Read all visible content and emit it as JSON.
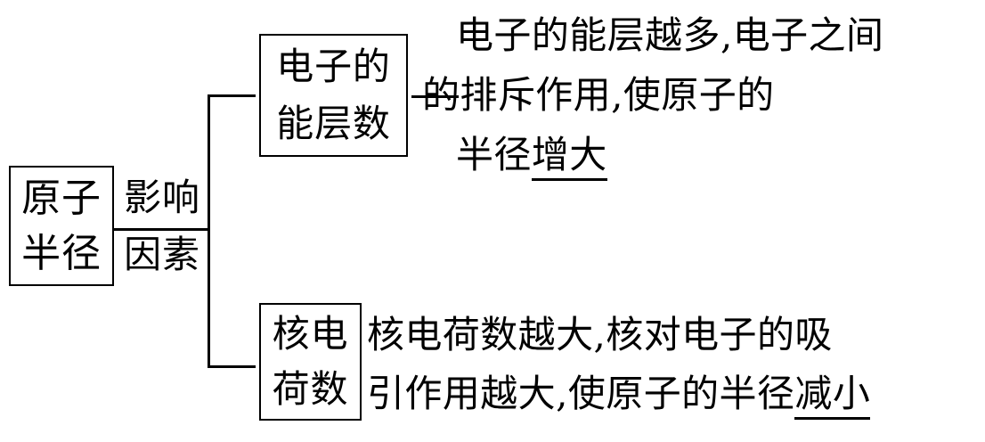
{
  "diagram": {
    "title": "原子半径影响因素",
    "root": {
      "line1": "原子",
      "line2": "半径"
    },
    "edge_label": {
      "line1": "影响",
      "line2": "因素"
    },
    "branches": [
      {
        "node": {
          "line1": "电子的",
          "line2": "能层数"
        },
        "description": {
          "line1": "电子的能层越多,电子之间",
          "line2": "的排斥作用,使原子的",
          "line3_plain": "半径",
          "line3_underlined": "增大"
        }
      },
      {
        "node": {
          "line1": "核电",
          "line2": "荷数"
        },
        "description": {
          "line1": "核电荷数越大,核对电子的吸",
          "line2_plain": "引作用越大,使原子的半径",
          "line2_underlined": "减小"
        }
      }
    ],
    "colors": {
      "stroke": "#000000",
      "background": "#ffffff",
      "text": "#000000"
    }
  }
}
